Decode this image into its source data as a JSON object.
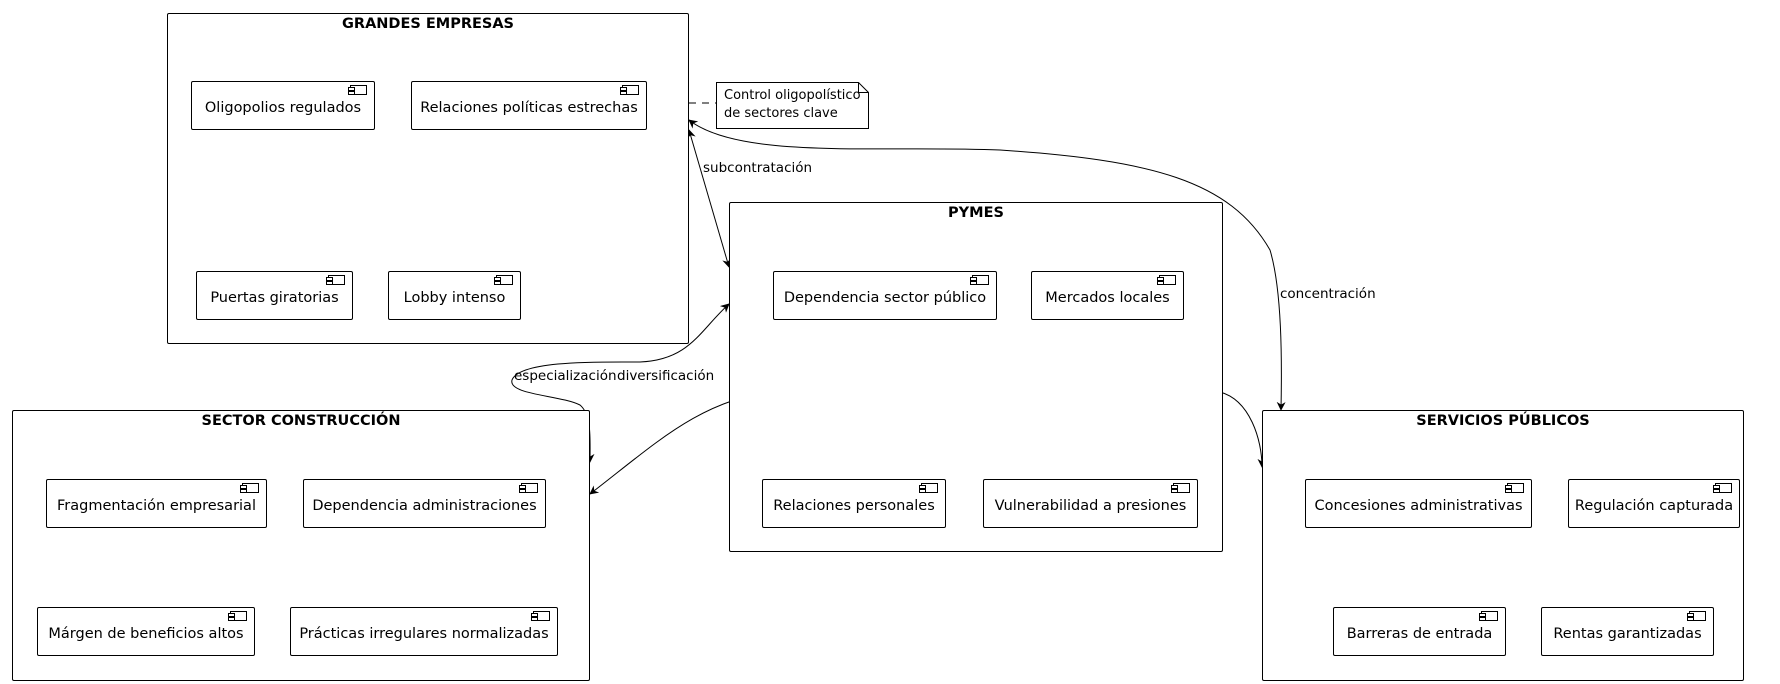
{
  "packages": {
    "grandes": {
      "title": "GRANDES EMPRESAS",
      "components": [
        "Oligopolios regulados",
        "Relaciones políticas estrechas",
        "Puertas giratorias",
        "Lobby intenso"
      ]
    },
    "pymes": {
      "title": "PYMES",
      "components": [
        "Dependencia sector público",
        "Mercados locales",
        "Relaciones personales",
        "Vulnerabilidad a presiones"
      ]
    },
    "construccion": {
      "title": "SECTOR CONSTRUCCIÓN",
      "components": [
        "Fragmentación empresarial",
        "Dependencia administraciones",
        "Márgen de beneficios altos",
        "Prácticas irregulares normalizadas"
      ]
    },
    "servicios": {
      "title": "SERVICIOS PÚBLICOS",
      "components": [
        "Concesiones administrativas",
        "Regulación capturada",
        "Barreras de entrada",
        "Rentas garantizadas"
      ]
    }
  },
  "note": {
    "line1": "Control oligopolístico",
    "line2": "de sectores clave"
  },
  "edges": {
    "subcontratacion": "subcontratación",
    "concentracion": "concentración",
    "especializacion": "especialización",
    "diversificacion": "diversificación"
  }
}
